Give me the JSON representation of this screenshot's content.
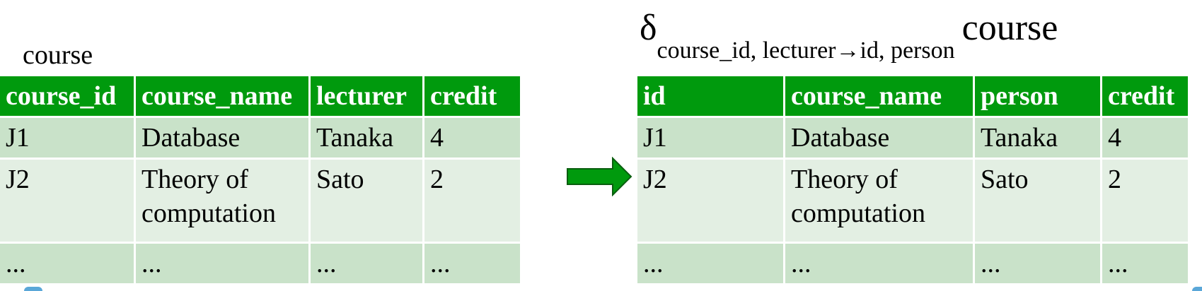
{
  "left": {
    "title": "course",
    "columns": [
      "course_id",
      "course_name",
      "lecturer",
      "credit"
    ],
    "rows": [
      [
        "J1",
        "Database",
        "Tanaka",
        "4"
      ],
      [
        "J2",
        "Theory of computation",
        "Sato",
        "2"
      ],
      [
        "...",
        "...",
        "...",
        "..."
      ]
    ]
  },
  "right": {
    "operator": "δ",
    "subscript": "course_id, lecturer→id, person",
    "relation": "course",
    "columns": [
      "id",
      "course_name",
      "person",
      "credit"
    ],
    "rows": [
      [
        "J1",
        "Database",
        "Tanaka",
        "4"
      ],
      [
        "J2",
        "Theory of computation",
        "Sato",
        "2"
      ],
      [
        "...",
        "...",
        "...",
        "..."
      ]
    ]
  },
  "colors": {
    "header": "#009a0d",
    "row_dark": "#c9e2c9",
    "row_light": "#e3efe3",
    "arrow": "#009a0d"
  }
}
